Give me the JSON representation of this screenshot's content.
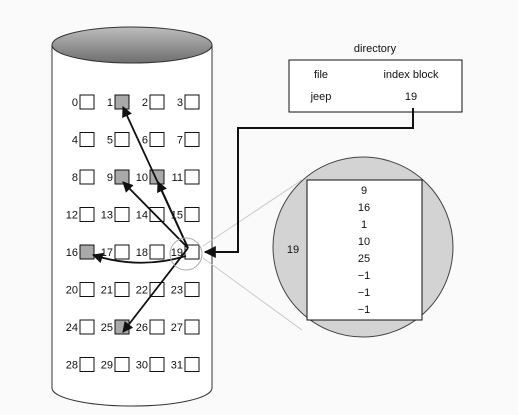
{
  "directory": {
    "title": "directory",
    "columns": [
      "file",
      "index block"
    ],
    "rows": [
      {
        "file": "jeep",
        "index_block": "19"
      }
    ]
  },
  "disk": {
    "blocks": [
      {
        "n": "0",
        "filled": false
      },
      {
        "n": "1",
        "filled": true
      },
      {
        "n": "2",
        "filled": false
      },
      {
        "n": "3",
        "filled": false
      },
      {
        "n": "4",
        "filled": false
      },
      {
        "n": "5",
        "filled": false
      },
      {
        "n": "6",
        "filled": false
      },
      {
        "n": "7",
        "filled": false
      },
      {
        "n": "8",
        "filled": false
      },
      {
        "n": "9",
        "filled": true
      },
      {
        "n": "10",
        "filled": true
      },
      {
        "n": "11",
        "filled": false
      },
      {
        "n": "12",
        "filled": false
      },
      {
        "n": "13",
        "filled": false
      },
      {
        "n": "14",
        "filled": false
      },
      {
        "n": "15",
        "filled": false
      },
      {
        "n": "16",
        "filled": true
      },
      {
        "n": "17",
        "filled": false
      },
      {
        "n": "18",
        "filled": false
      },
      {
        "n": "19",
        "filled": false
      },
      {
        "n": "20",
        "filled": false
      },
      {
        "n": "21",
        "filled": false
      },
      {
        "n": "22",
        "filled": false
      },
      {
        "n": "23",
        "filled": false
      },
      {
        "n": "24",
        "filled": false
      },
      {
        "n": "25",
        "filled": true
      },
      {
        "n": "26",
        "filled": false
      },
      {
        "n": "27",
        "filled": false
      },
      {
        "n": "28",
        "filled": false
      },
      {
        "n": "29",
        "filled": false
      },
      {
        "n": "30",
        "filled": false
      },
      {
        "n": "31",
        "filled": false
      }
    ],
    "pointer_chain": [
      "19",
      "9",
      "16",
      "1",
      "10",
      "25"
    ]
  },
  "index_block": {
    "label": "19",
    "entries": [
      "9",
      "16",
      "1",
      "10",
      "25",
      "−1",
      "−1",
      "−1"
    ]
  },
  "colors": {
    "filled_block": "#a9a9a9",
    "empty_block": "#ffffff",
    "cylinder_body": "#ffffff",
    "cylinder_top": "#8a8a8a",
    "zoom_circle": "#d3d3d3",
    "arrow": "#111111"
  }
}
